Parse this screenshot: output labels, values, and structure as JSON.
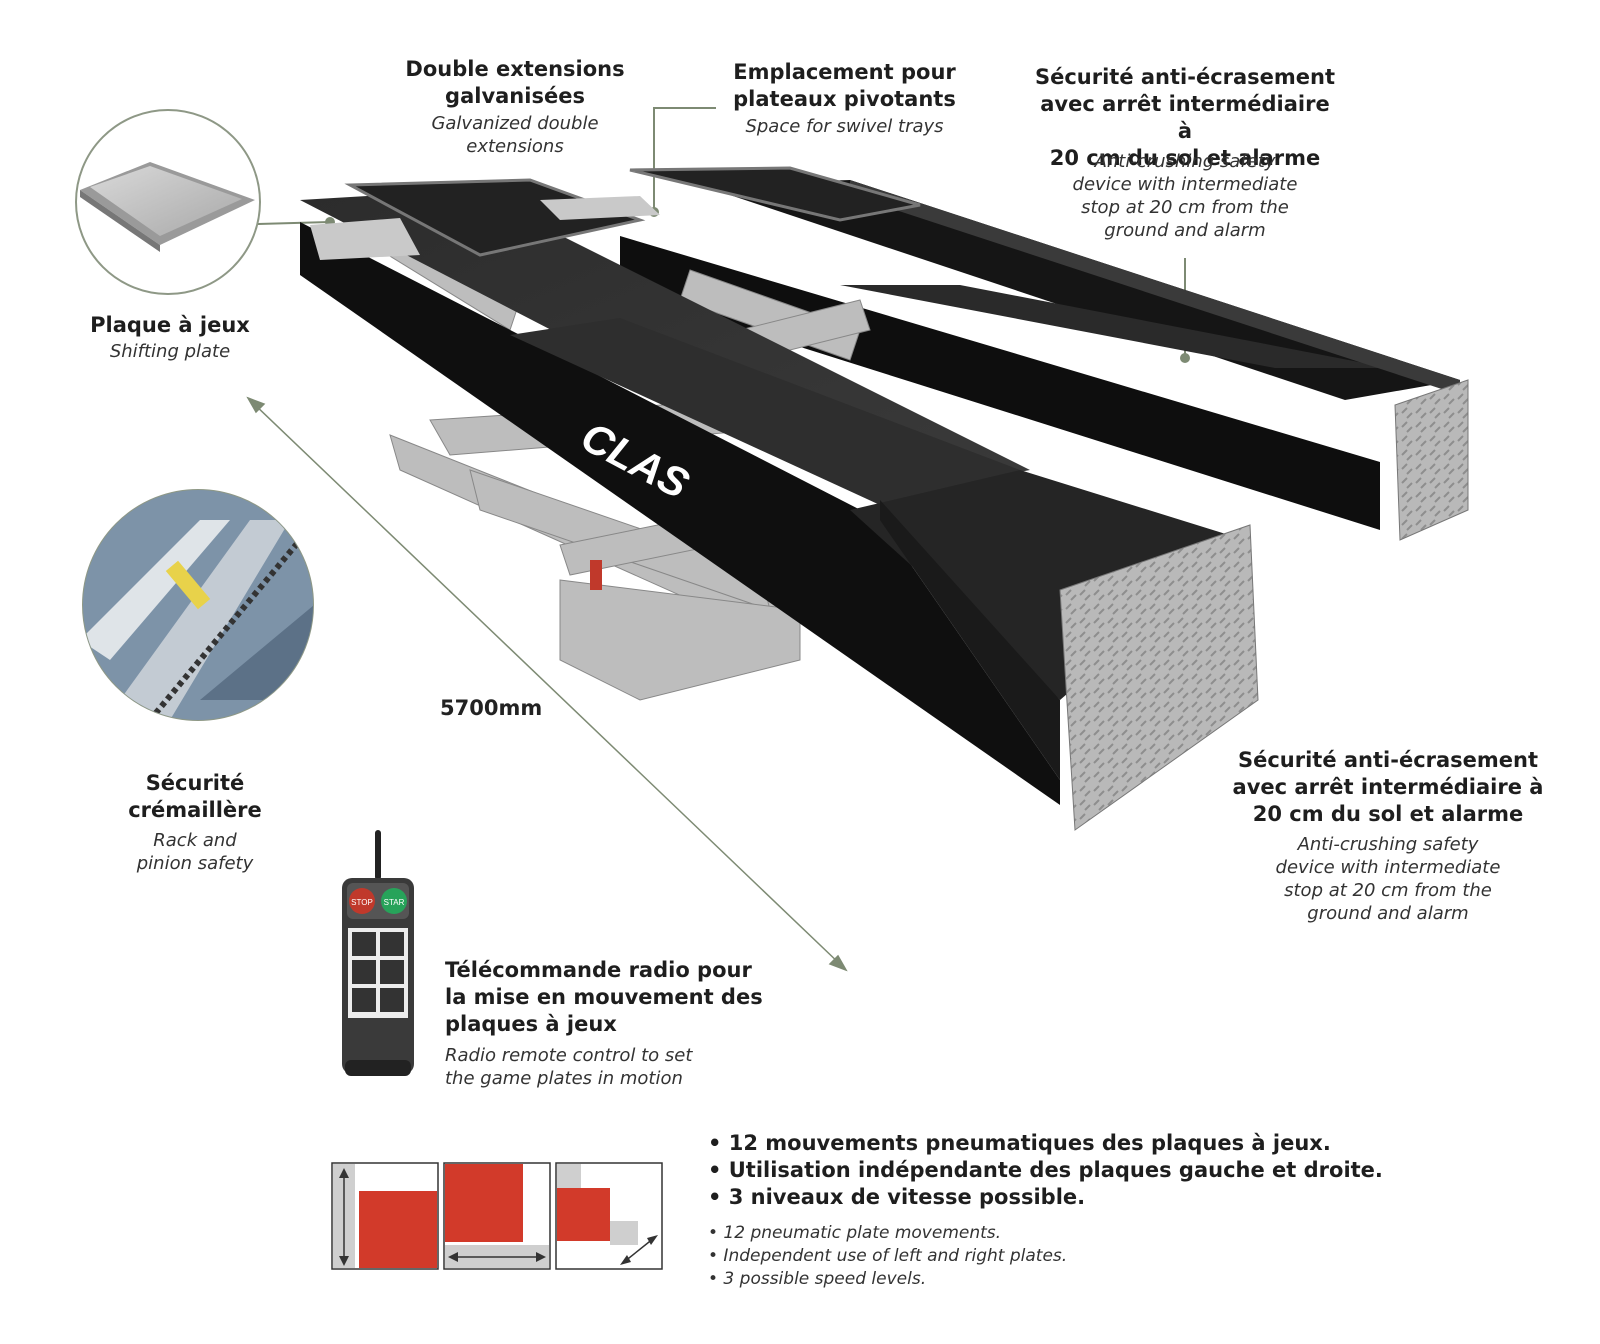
{
  "callouts": {
    "double_extensions": {
      "fr_line1": "Double extensions",
      "fr_line2": "galvanisées",
      "en_line1": "Galvanized double",
      "en_line2": "extensions"
    },
    "swivel_trays": {
      "fr_line1": "Emplacement pour",
      "fr_line2": "plateaux pivotants",
      "en_line1": "Space for swivel trays"
    },
    "anti_crush_top": {
      "fr_line1": "Sécurité anti-écrasement",
      "fr_line2": "avec arrêt intermédiaire à",
      "fr_line3": "20 cm du sol et alarme",
      "en_line1": "Anti-crushing safety",
      "en_line2": "device with intermediate",
      "en_line3": "stop at 20 cm from the",
      "en_line4": "ground and alarm"
    },
    "shifting_plate": {
      "fr_line1": "Plaque à jeux",
      "en_line1": "Shifting plate"
    },
    "rack_safety": {
      "fr_line1": "Sécurité",
      "fr_line2": "crémaillère",
      "en_line1": "Rack and",
      "en_line2": "pinion safety"
    },
    "anti_crush_bottom": {
      "fr_line1": "Sécurité anti-écrasement",
      "fr_line2": "avec arrêt intermédiaire à",
      "fr_line3": "20 cm du sol et alarme",
      "en_line1": "Anti-crushing safety",
      "en_line2": "device with intermediate",
      "en_line3": "stop at 20 cm from the",
      "en_line4": "ground and alarm"
    },
    "remote": {
      "fr_line1": "Télécommande radio pour",
      "fr_line2": "la mise en mouvement des",
      "fr_line3": "plaques à jeux",
      "en_line1": "Radio remote control to set",
      "en_line2": "the game plates in motion"
    }
  },
  "dimension": "5700mm",
  "brand": "CLAS",
  "remote_buttons": {
    "stop": "STOP",
    "start": "STAR"
  },
  "bullets_fr": [
    "• 12 mouvements pneumatiques des plaques à jeux.",
    "• Utilisation indépendante des plaques gauche et droite.",
    "• 3 niveaux de vitesse possible."
  ],
  "bullets_en": [
    "• 12 pneumatic plate movements.",
    "• Independent use of left and right plates.",
    "• 3 possible speed levels."
  ],
  "colors": {
    "accent_red": "#d23a2a",
    "leader_line": "#7d8a73",
    "runway": "#1f1f1f",
    "steel": "#b8b8b8"
  }
}
